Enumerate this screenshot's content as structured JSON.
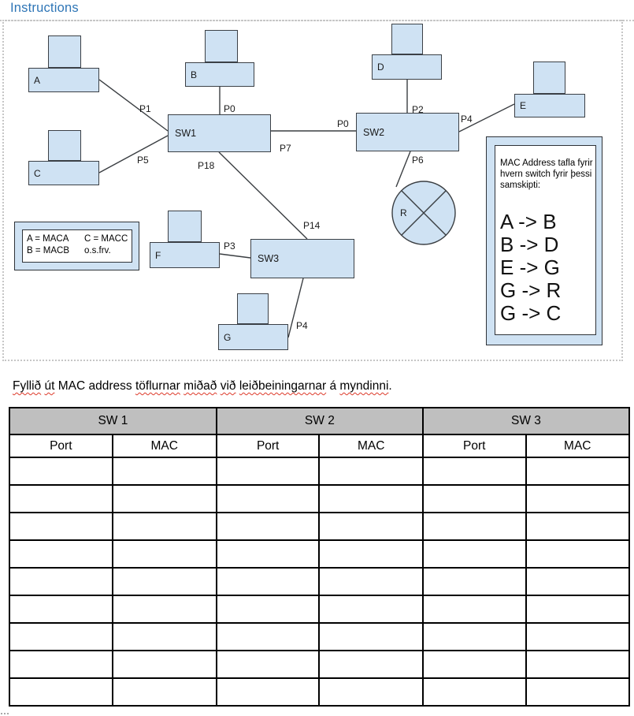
{
  "page": {
    "title": "Instructions"
  },
  "diagram": {
    "computers": {
      "a": "A",
      "b": "B",
      "c": "C",
      "d": "D",
      "e": "E",
      "f": "F",
      "g": "G"
    },
    "switches": {
      "sw1": "SW1",
      "sw2": "SW2",
      "sw3": "SW3"
    },
    "router": {
      "label": "R"
    },
    "ports": {
      "p1": "P1",
      "p5": "P5",
      "p0_b": "P0",
      "p7": "P7",
      "p0_sw2": "P0",
      "p18": "P18",
      "p14": "P14",
      "p2": "P2",
      "p4_e": "P4",
      "p6": "P6",
      "p3": "P3",
      "p4_g": "P4"
    },
    "legend": {
      "row1_left": "A = MACA",
      "row1_right": "C = MACC",
      "row2_left": "B = MACB",
      "row2_right": "o.s.frv."
    },
    "mac_note": {
      "intro_lines": [
        "MAC Address tafla fyrir",
        "hvern switch fyrir þessi",
        "samskipti:"
      ],
      "pairs": [
        "A -> B",
        "B -> D",
        "E -> G",
        "G -> R",
        "G -> C"
      ]
    }
  },
  "instruction": {
    "words": [
      {
        "w": "Fyllið",
        "misspelled": true
      },
      {
        "w": "út",
        "misspelled": true
      },
      {
        "w": "MAC",
        "misspelled": false
      },
      {
        "w": "address",
        "misspelled": false
      },
      {
        "w": "töflurnar",
        "misspelled": true
      },
      {
        "w": "miðað",
        "misspelled": true
      },
      {
        "w": "við",
        "misspelled": true
      },
      {
        "w": "leiðbeiningarnar",
        "misspelled": true
      },
      {
        "w": "á",
        "misspelled": false
      },
      {
        "w": "myndinni",
        "misspelled": true
      },
      {
        "w": ".",
        "misspelled": false,
        "glue": true
      }
    ]
  },
  "table": {
    "groups": [
      "SW 1",
      "SW 2",
      "SW 3"
    ],
    "columns": [
      "Port",
      "MAC",
      "Port",
      "MAC",
      "Port",
      "MAC"
    ],
    "empty_rows": 9
  },
  "colors": {
    "shape_fill": "#cfe2f3",
    "shape_border": "#3b4046",
    "heading_blue": "#2e75b6",
    "table_header_bg": "#bfbfbf",
    "squiggle_red": "#dd3a2a"
  }
}
